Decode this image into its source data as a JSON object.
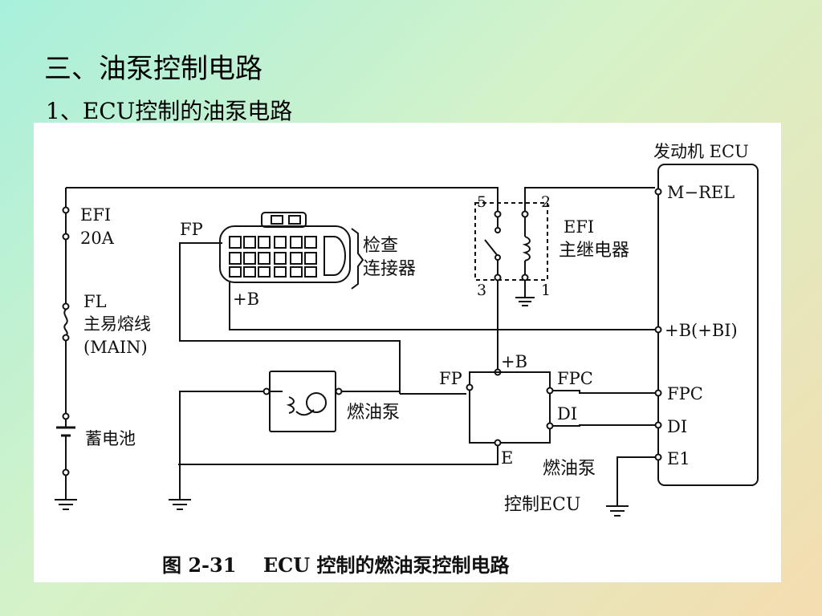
{
  "slide": {
    "title": "三、油泵控制电路",
    "subtitle": "1、ECU控制的油泵电路"
  },
  "diagram": {
    "ecu_title": "发动机 ECU",
    "ecu_pins": {
      "mrel": "M−REL",
      "b": "+B(+BI)",
      "fpc": "FPC",
      "di": "DI",
      "e1": "E1"
    },
    "fuse_efi": "EFI",
    "fuse_efi_rating": "20A",
    "fusible_link": "FL",
    "fusible_link_cn": "主易熔线",
    "fusible_link_main": "(MAIN)",
    "battery": "蓄电池",
    "connector_fp": "FP",
    "connector_b": "+B",
    "check_connector_line1": "检查",
    "check_connector_line2": "连接器",
    "relay_name": "EFI",
    "relay_cn": "主继电器",
    "relay_terminals": {
      "t5": "5",
      "t2": "2",
      "t3": "3",
      "t1": "1"
    },
    "pump_label": "燃油泵",
    "pump_ecu_fp": "FP",
    "pump_ecu_b": "+B",
    "pump_ecu_fpc": "FPC",
    "pump_ecu_di": "DI",
    "pump_ecu_e": "E",
    "pump_ecu_label1": "燃油泵",
    "pump_ecu_label2": "控制ECU",
    "caption": "图 2-31    ECU 控制的燃油泵控制电路"
  }
}
